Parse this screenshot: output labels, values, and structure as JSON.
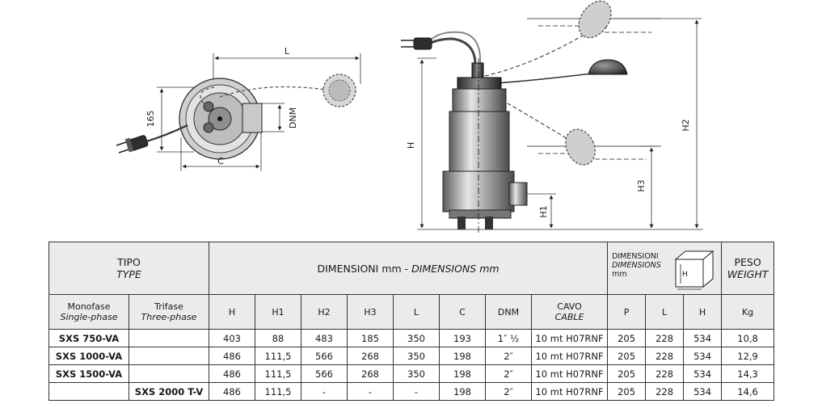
{
  "drawing": {
    "left_labels": {
      "L": "L",
      "C": "C",
      "height": "165",
      "DNM": "DNM"
    },
    "right_labels": {
      "H": "H",
      "H1": "H1",
      "H2": "H2",
      "H3": "H3"
    }
  },
  "table": {
    "tipo": "TIPO",
    "type": "TYPE",
    "dimensioni": "DIMENSIONI mm - ",
    "dimensions": "DIMENSIONS mm",
    "dim_box": {
      "line1": "DIMENSIONI",
      "line2": "DIMENSIONS",
      "line3": "mm",
      "cube_h": "H"
    },
    "peso": "PESO",
    "weight": "WEIGHT",
    "monofase": "Monofase",
    "single_phase": "Single-phase",
    "trifase": "Trifase",
    "three_phase": "Three-phase",
    "col_H": "H",
    "col_H1": "H1",
    "col_H2": "H2",
    "col_H3": "H3",
    "col_L": "L",
    "col_C": "C",
    "col_DNM": "DNM",
    "cavo": "CAVO",
    "cable": "CABLE",
    "col_P": "P",
    "col_L2": "L",
    "col_H4": "H",
    "col_kg": "Kg",
    "rows": [
      {
        "mono": "SXS 750-VA",
        "tri": "",
        "H": "403",
        "H1": "88",
        "H2": "483",
        "H3": "185",
        "L": "350",
        "C": "193",
        "DNM": "1″ ½",
        "cavo": "10 mt H07RNF",
        "P": "205",
        "L2": "228",
        "Hb": "534",
        "kg": "10,8"
      },
      {
        "mono": "SXS 1000-VA",
        "tri": "",
        "H": "486",
        "H1": "111,5",
        "H2": "566",
        "H3": "268",
        "L": "350",
        "C": "198",
        "DNM": "2″",
        "cavo": "10 mt H07RNF",
        "P": "205",
        "L2": "228",
        "Hb": "534",
        "kg": "12,9"
      },
      {
        "mono": "SXS 1500-VA",
        "tri": "",
        "H": "486",
        "H1": "111,5",
        "H2": "566",
        "H3": "268",
        "L": "350",
        "C": "198",
        "DNM": "2″",
        "cavo": "10 mt H07RNF",
        "P": "205",
        "L2": "228",
        "Hb": "534",
        "kg": "14,3"
      },
      {
        "mono": "",
        "tri": "SXS 2000 T-V",
        "H": "486",
        "H1": "111,5",
        "H2": "-",
        "H3": "-",
        "L": "-",
        "C": "198",
        "DNM": "2″",
        "cavo": "10 mt H07RNF",
        "P": "205",
        "L2": "228",
        "Hb": "534",
        "kg": "14,6"
      }
    ]
  }
}
